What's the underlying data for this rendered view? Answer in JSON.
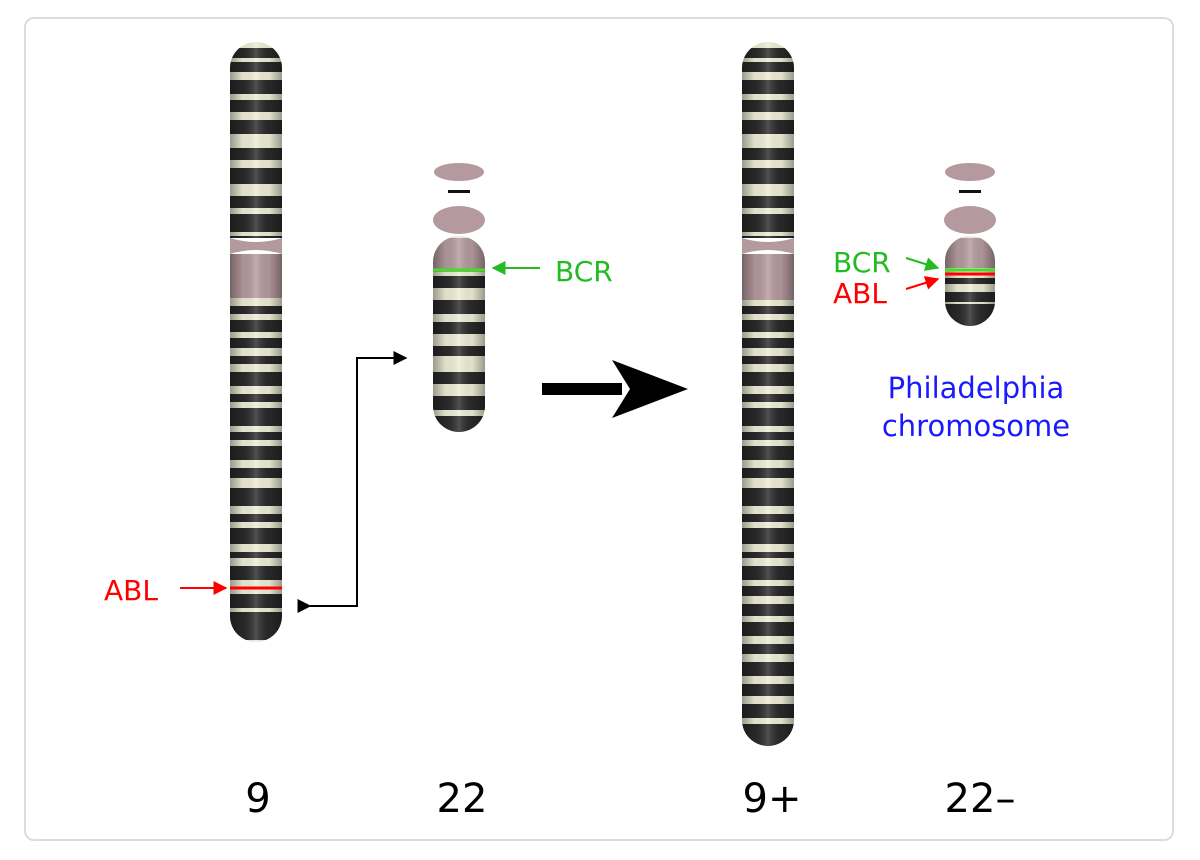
{
  "chromosome_labels": {
    "chr9": "9",
    "chr22": "22",
    "chr9_plus": "9+",
    "chr22_minus": "22–"
  },
  "gene_labels": {
    "bcr_left": "BCR",
    "abl_left": "ABL",
    "bcr_right": "BCR",
    "abl_right": "ABL"
  },
  "result_caption": {
    "line1": "Philadelphia",
    "line2": "chromosome"
  },
  "colors": {
    "abl": "#ff0000",
    "bcr": "#22bb22",
    "caption": "#1a1aff",
    "band_dark": "#2a2a2a",
    "band_light": "#ededd6",
    "centromere": "#b49a9e"
  }
}
